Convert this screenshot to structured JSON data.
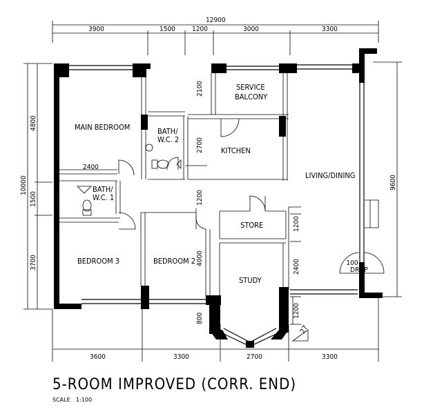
{
  "plan_title": "5-ROOM IMPROVED (CORR. END)",
  "scale_label": "SCALE",
  "scale_value": "1:100",
  "rooms": {
    "main_bedroom": "MAIN BEDROOM",
    "bath_wc_2_line1": "BATH/",
    "bath_wc_2_line2": "W.C. 2",
    "bath_wc_1_line1": "BATH/",
    "bath_wc_1_line2": "W.C. 1",
    "service_balcony_line1": "SERVICE",
    "service_balcony_line2": "BALCONY",
    "kitchen": "KITCHEN",
    "living_dining": "LIVING/DINING",
    "store": "STORE",
    "study": "STUDY",
    "bedroom_3": "BEDROOM 3",
    "bedroom_2": "BEDROOM 2"
  },
  "drop_marker": {
    "value": "100",
    "label": "DROP"
  },
  "top_dimensions": {
    "overall": "12900",
    "segments": [
      "3900",
      "1500",
      "1200",
      "3000",
      "3300"
    ]
  },
  "bottom_dimensions": [
    "3600",
    "3300",
    "2700",
    "3300"
  ],
  "left_dimensions": {
    "overall": "10000",
    "segments": [
      "4800",
      "1500",
      "3700"
    ]
  },
  "right_dimensions": {
    "overall": "9600"
  },
  "interior_dimensions": {
    "main_bed_width": "2400",
    "balcony_depth": "2100",
    "kitchen_depth": "2700",
    "corridor_width": "1200",
    "bedroom2_depth": "4000",
    "study_stub": "800",
    "store_depth": "1200",
    "study_depth": "2400",
    "bay_depth": "1200",
    "bay_angle": "27"
  }
}
